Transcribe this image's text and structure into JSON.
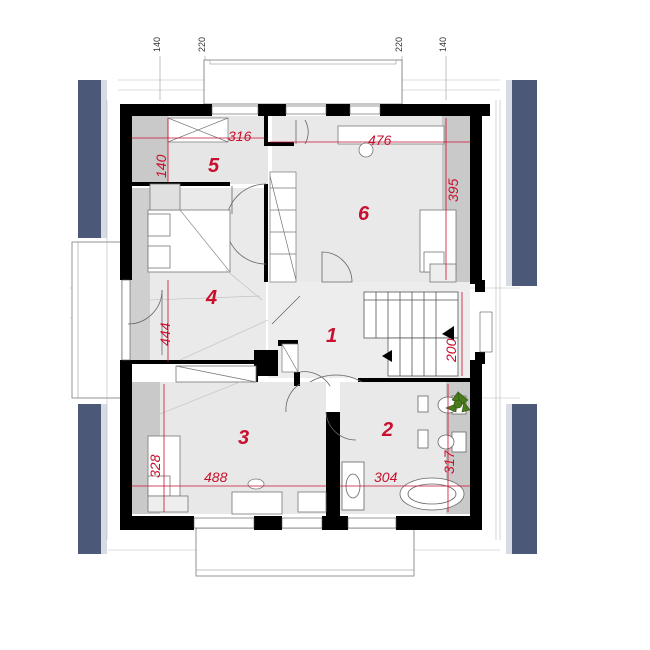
{
  "rooms": [
    {
      "number": "1"
    },
    {
      "number": "2"
    },
    {
      "number": "3"
    },
    {
      "number": "4"
    },
    {
      "number": "5"
    },
    {
      "number": "6"
    }
  ],
  "dimensions": {
    "d316": "316",
    "d476": "476",
    "d140": "140",
    "d395": "395",
    "d444": "444",
    "d200": "200",
    "d328": "328",
    "d488": "488",
    "d304": "304",
    "d317": "317"
  },
  "top_dimensions": {
    "t1": "140",
    "t2": "220",
    "t3": "220",
    "t4": "140"
  },
  "colors": {
    "wall": "#000000",
    "roof": "#4c5878",
    "dimension_text": "#c8102e",
    "floor_light": "#e9e9e9",
    "floor_shadow": "#c9c9c9",
    "plant": "#4a7a1a"
  }
}
